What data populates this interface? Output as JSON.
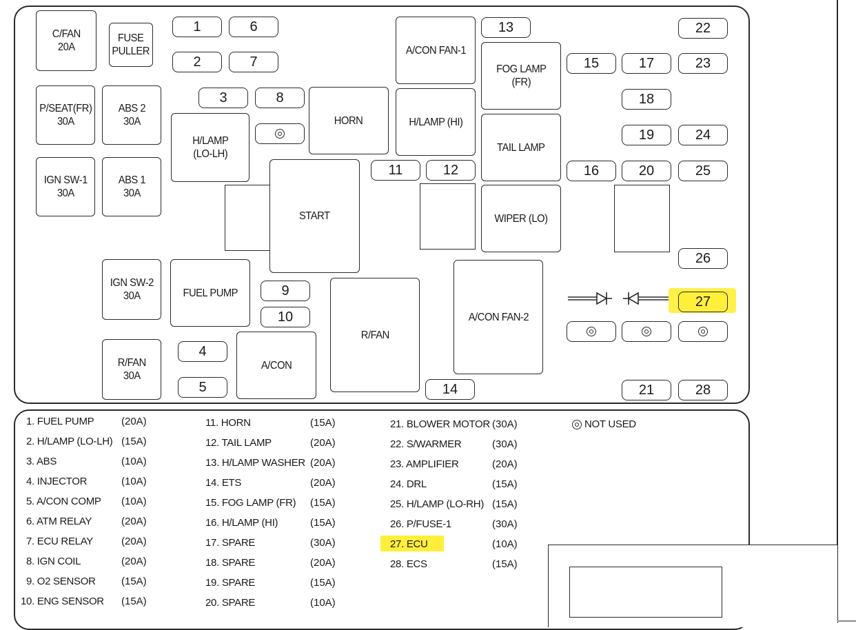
{
  "boxes": {
    "cfan": "C/FAN\n20A",
    "fuse_puller": "FUSE\nPULLER",
    "pseat": "P/SEAT(FR)\n30A",
    "abs2": "ABS 2\n30A",
    "ign_sw1": "IGN SW-1\n30A",
    "abs1": "ABS 1\n30A",
    "hlamp_lolh": "H/LAMP\n(LO-LH)",
    "horn": "HORN",
    "acon_fan1": "A/CON FAN-1",
    "hlamp_hi": "H/LAMP (HI)",
    "fog_lamp": "FOG LAMP\n(FR)",
    "tail_lamp": "TAIL LAMP",
    "start": "START",
    "wiper_lo": "WIPER (LO)",
    "ign_sw2": "IGN SW-2\n30A",
    "fuel_pump": "FUEL PUMP",
    "rfan_big": "R/FAN",
    "acon_fan2": "A/CON FAN-2",
    "rfan_small": "R/FAN\n30A",
    "acon": "A/CON"
  },
  "fuses": {
    "f1": "1",
    "f2": "2",
    "f3": "3",
    "f4": "4",
    "f5": "5",
    "f6": "6",
    "f7": "7",
    "f8": "8",
    "f9": "9",
    "f10": "10",
    "f11": "11",
    "f12": "12",
    "f13": "13",
    "f14": "14",
    "f15": "15",
    "f16": "16",
    "f17": "17",
    "f18": "18",
    "f19": "19",
    "f20": "20",
    "f21": "21",
    "f22": "22",
    "f23": "23",
    "f24": "24",
    "f25": "25",
    "f26": "26",
    "f27": "27",
    "f28": "28"
  },
  "legend": {
    "not_used": "NOT USED",
    "col1": [
      {
        "name": "1. FUEL PUMP",
        "amp": "(20A)"
      },
      {
        "name": "2. H/LAMP (LO-LH)",
        "amp": "(15A)"
      },
      {
        "name": "3. ABS",
        "amp": "(10A)"
      },
      {
        "name": "4. INJECTOR",
        "amp": "(10A)"
      },
      {
        "name": "5. A/CON COMP",
        "amp": "(10A)"
      },
      {
        "name": "6. ATM RELAY",
        "amp": "(20A)"
      },
      {
        "name": "7. ECU RELAY",
        "amp": "(20A)"
      },
      {
        "name": "8. IGN COIL",
        "amp": "(20A)"
      },
      {
        "name": "9. O2 SENSOR",
        "amp": "(15A)"
      },
      {
        "name": "10. ENG SENSOR",
        "amp": "(15A)"
      }
    ],
    "col2": [
      {
        "name": "11. HORN",
        "amp": "(15A)"
      },
      {
        "name": "12. TAIL LAMP",
        "amp": "(20A)"
      },
      {
        "name": "13. H/LAMP WASHER",
        "amp": "(20A)"
      },
      {
        "name": "14. ETS",
        "amp": "(20A)"
      },
      {
        "name": "15. FOG LAMP (FR)",
        "amp": "(15A)"
      },
      {
        "name": "16. H/LAMP (HI)",
        "amp": "(15A)"
      },
      {
        "name": "17. SPARE",
        "amp": "(30A)"
      },
      {
        "name": "18. SPARE",
        "amp": "(20A)"
      },
      {
        "name": "19. SPARE",
        "amp": "(15A)"
      },
      {
        "name": "20. SPARE",
        "amp": "(10A)"
      }
    ],
    "col3": [
      {
        "name": "21. BLOWER MOTOR",
        "amp": "(30A)"
      },
      {
        "name": "22. S/WARMER",
        "amp": "(30A)"
      },
      {
        "name": "23. AMPLIFIER",
        "amp": "(20A)"
      },
      {
        "name": "24. DRL",
        "amp": "(15A)"
      },
      {
        "name": "25. H/LAMP (LO-RH)",
        "amp": "(15A)"
      },
      {
        "name": "26. P/FUSE-1",
        "amp": "(30A)"
      },
      {
        "name": "27. ECU",
        "amp": "(10A)"
      },
      {
        "name": "28. ECS",
        "amp": "(15A)"
      }
    ]
  },
  "colors": {
    "highlight": "#ffef3a",
    "line": "#2a2a2a"
  }
}
